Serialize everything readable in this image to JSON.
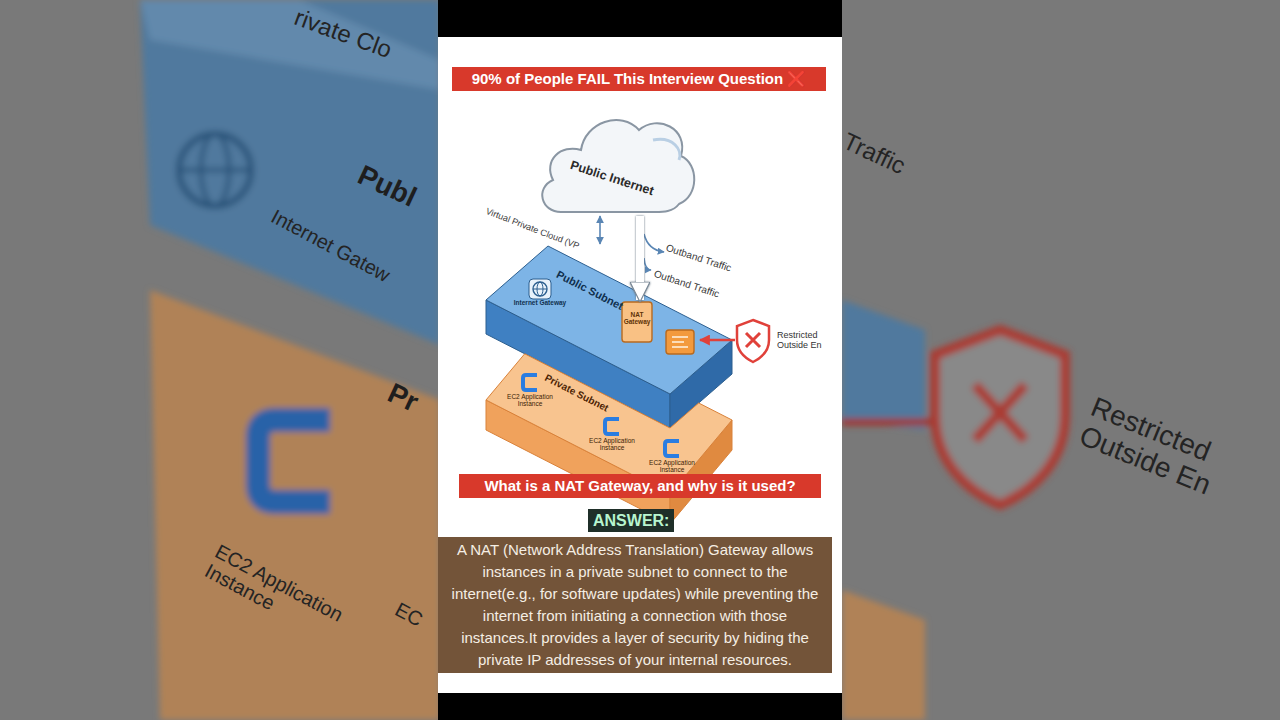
{
  "diagram": {
    "title": "90% of People FAIL This Interview Question ❌",
    "nodes": [
      {
        "text": [
          "Public Internet"
        ]
      },
      {
        "text": [
          "Virtual Private Cloud (VP"
        ]
      },
      {
        "text": [
          "Public Subnet"
        ],
        "in": 1
      },
      {
        "text": [
          "Internet Gateway"
        ],
        "in": 2
      },
      {
        "text": [
          "NAT Gateway"
        ],
        "in": 2
      },
      {
        "text": [
          "Private Subnet"
        ],
        "in": 1
      },
      {
        "text": [
          "EC2 Application Instance"
        ],
        "in": 5
      },
      {
        "text": [
          "EC2 Application Instance"
        ],
        "in": 5
      },
      {
        "text": [
          "EC2 Application Instance"
        ],
        "in": 5
      },
      {
        "text": [
          "Restricted Outside En"
        ]
      },
      {
        "text": [
          "What is a NAT Gateway, and why is it used?"
        ]
      },
      {
        "text": [
          "ANSWER:"
        ]
      },
      {
        "text": [
          "A NAT (Network Address Translation) Gateway allows instances in a private subnet to connect to the internet(e.g., for software updates) while preventing the internet from initiating a connection with those instances.It provides a layer of security by hiding the private IP addresses of your internal resources."
        ]
      }
    ],
    "edges": [
      {
        "from": 0,
        "to": 2,
        "arrow": "both"
      },
      {
        "from": 0,
        "to": 4,
        "arrow": "to"
      },
      {
        "from": 9,
        "to": 4,
        "arrow": "to"
      }
    ],
    "labels": [
      "Outband Traffic",
      "Outband Traffic",
      "rivate Clo",
      "Publ",
      "Internet Gatew",
      "Pr",
      "EC2 Application Instance",
      "EC",
      "Traffic",
      "Restricted Outside En"
    ]
  }
}
